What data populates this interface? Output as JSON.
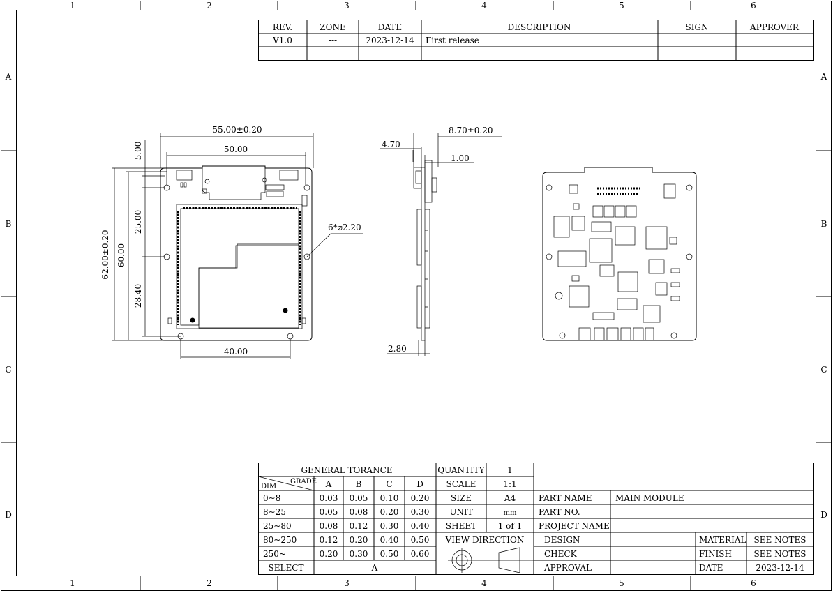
{
  "zones": {
    "cols": [
      "1",
      "2",
      "3",
      "4",
      "5",
      "6"
    ],
    "rows": [
      "A",
      "B",
      "C",
      "D"
    ]
  },
  "revision_table": {
    "headers": [
      "REV.",
      "ZONE",
      "DATE",
      "DESCRIPTION",
      "SIGN",
      "APPROVER"
    ],
    "rows": [
      [
        "V1.0",
        "---",
        "2023-12-14",
        "First release",
        "",
        ""
      ],
      [
        "---",
        "---",
        "---",
        "---",
        "---",
        "---"
      ]
    ]
  },
  "dimensions": {
    "width_outer": "55.00±0.20",
    "hole_spacing_top": "50.00",
    "hole_spacing_bottom": "40.00",
    "height_outer": "62.00±0.20",
    "height_holes": "60.00",
    "top_offset": "5.00",
    "mid_spacing": "25.00",
    "lower_spacing": "28.40",
    "hole_callout": "6*⌀2.20",
    "thickness_total": "8.70±0.20",
    "thickness_top": "4.70",
    "pcb": "1.00",
    "thickness_bottom": "2.80"
  },
  "tolerance": {
    "title": "GENERAL TORANCE",
    "dim_label": "DIM",
    "grade_label": "GRADE",
    "grades": [
      "A",
      "B",
      "C",
      "D"
    ],
    "rows": [
      {
        "range": "0~8",
        "values": [
          "0.03",
          "0.05",
          "0.10",
          "0.20"
        ]
      },
      {
        "range": "8~25",
        "values": [
          "0.05",
          "0.08",
          "0.20",
          "0.30"
        ]
      },
      {
        "range": "25~80",
        "values": [
          "0.08",
          "0.12",
          "0.30",
          "0.40"
        ]
      },
      {
        "range": "80~250",
        "values": [
          "0.12",
          "0.20",
          "0.40",
          "0.50"
        ]
      },
      {
        "range": "250~",
        "values": [
          "0.20",
          "0.30",
          "0.50",
          "0.60"
        ]
      }
    ],
    "select_label": "SELECT",
    "select_value": "A"
  },
  "sheet_info": {
    "quantity_label": "QUANTITY",
    "quantity": "1",
    "scale_label": "SCALE",
    "scale": "1:1",
    "size_label": "SIZE",
    "size": "A4",
    "unit_label": "UNIT",
    "unit": "mm",
    "sheet_label": "SHEET",
    "sheet": "1 of 1",
    "view_direction_label": "VIEW DIRECTION"
  },
  "title_block": {
    "part_name_label": "PART NAME",
    "part_name": "MAIN MODULE",
    "part_no_label": "PART NO.",
    "part_no": "",
    "project_name_label": "PROJECT NAME",
    "project_name": "",
    "design_label": "DESIGN",
    "check_label": "CHECK",
    "approval_label": "APPROVAL",
    "material_label": "MATERIAL",
    "material": "SEE NOTES",
    "finish_label": "FINISH",
    "finish": "SEE NOTES",
    "date_label": "DATE",
    "date": "2023-12-14"
  }
}
